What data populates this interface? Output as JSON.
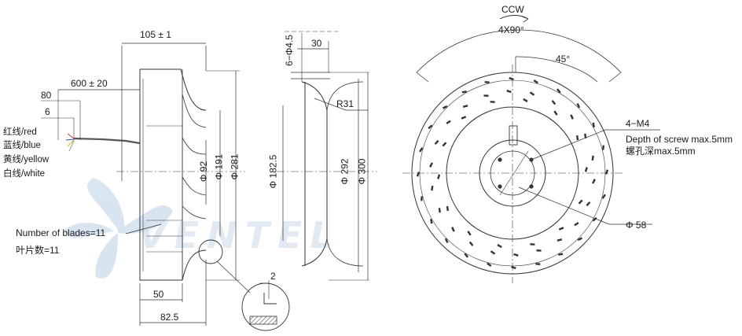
{
  "watermark": {
    "text": "VENTEL",
    "color": "#c9d9ea",
    "fan_color": "#ccdcec"
  },
  "side_view": {
    "dim_width_top": "105 ± 1",
    "dim_cable_length": "600 ± 20",
    "dim_80": "80",
    "dim_6": "6",
    "dim_phi92": "Φ 92",
    "dim_phi191": "Φ 191",
    "dim_phi281": "Φ 281",
    "dim_50": "50",
    "dim_82_5": "82.5",
    "dim_2": "2",
    "wires": [
      {
        "label": "红线/red",
        "color": "#c0392b"
      },
      {
        "label": "蓝线/blue",
        "color": "#2c5aa0"
      },
      {
        "label": "黄线/yellow",
        "color": "#d4ac0d"
      },
      {
        "label": "白线/white",
        "color": "#999999"
      }
    ],
    "blades_en": "Number of blades=11",
    "blades_cn": "叶片数=11"
  },
  "section_view": {
    "dim_phi4_5": "6−Φ4.5",
    "dim_30": "30",
    "dim_r31": "R31",
    "dim_phi182_5": "Φ 182.5",
    "dim_phi292": "Φ 292",
    "dim_phi300": "Φ 300"
  },
  "front_view": {
    "rotation": "CCW",
    "angle_pattern": "4X90°",
    "angle_45": "45°",
    "screw_label": "4−M4",
    "screw_depth_en": "Depth of screw max.5mm",
    "screw_depth_cn": "螺孔深max.5mm",
    "hub_diameter": "Φ 58"
  }
}
